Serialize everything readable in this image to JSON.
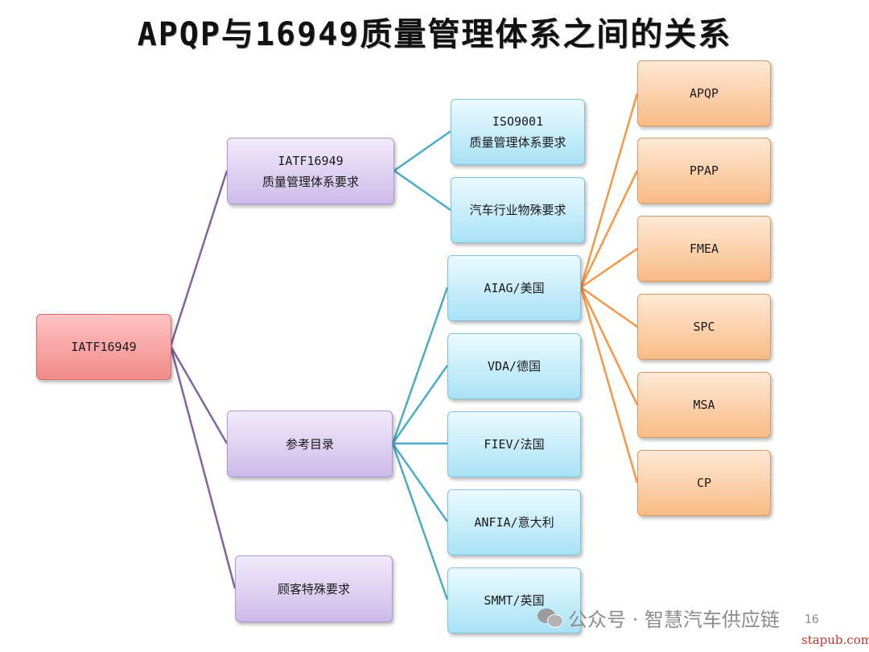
{
  "title": "APQP与16949质量管理体系之间的关系",
  "nodes": {
    "root": "IATF16949",
    "qms_line1": "IATF16949",
    "qms_line2": "质量管理体系要求",
    "reference": "参考目录",
    "customer": "顾客特殊要求",
    "iso_line1": "ISO9001",
    "iso_line2": "质量管理体系要求",
    "auto": "汽车行业物殊要求",
    "aiag": "AIAG/美国",
    "vda": "VDA/德国",
    "fiev": "FIEV/法国",
    "anfia": "ANFIA/意大利",
    "smmt": "SMMT/英国",
    "apqp": "APQP",
    "ppap": "PPAP",
    "fmea": "FMEA",
    "spc": "SPC",
    "msa": "MSA",
    "cp": "CP"
  },
  "colors": {
    "purple_line": "#8064a2",
    "blue_line": "#4bacc6",
    "orange_line": "#f79646"
  },
  "watermark": {
    "icon": "wechat-icon",
    "text": "公众号 · 智慧汽车供应链"
  },
  "page_number": "16",
  "site": "stapub.com"
}
